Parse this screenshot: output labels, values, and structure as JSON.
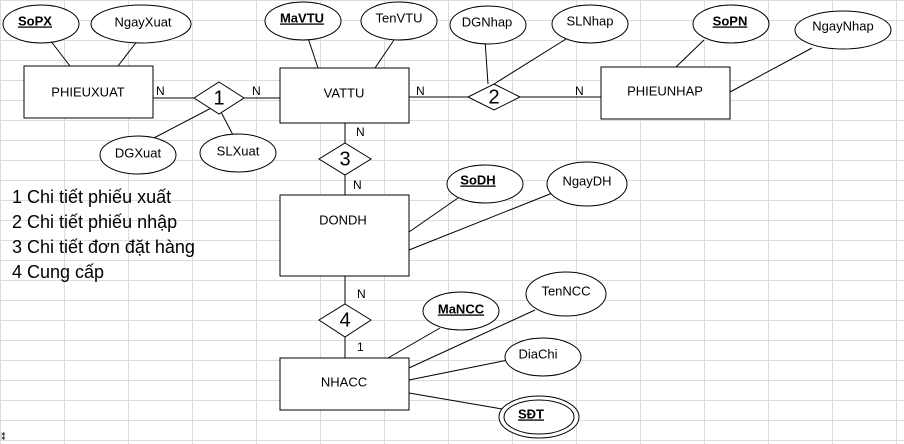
{
  "entities": {
    "phieuxuat": "PHIEUXUAT",
    "vattu": "VATTU",
    "phieunhap": "PHIEUNHAP",
    "dondh": "DONDH",
    "nhacc": "NHACC"
  },
  "attributes": {
    "sopx": "SoPX",
    "ngayxuat": "NgayXuat",
    "mavtu": "MaVTU",
    "tenvtu": "TenVTU",
    "dgnhap": "DGNhap",
    "slnhap": "SLNhap",
    "sopn": "SoPN",
    "ngaynhap": "NgayNhap",
    "dgxuat": "DGXuat",
    "slxuat": "SLXuat",
    "sodh": "SoDH",
    "ngaydh": "NgayDH",
    "mancc": "MaNCC",
    "tenncc": "TenNCC",
    "diachi": "DiaChi",
    "sdt": "SĐT"
  },
  "relationships": {
    "r1": "1",
    "r2": "2",
    "r3": "3",
    "r4": "4"
  },
  "cardinalities": {
    "r1_left": "N",
    "r1_right": "N",
    "r2_left": "N",
    "r2_right": "N",
    "r3_top": "N",
    "r3_bottom": "N",
    "r4_top": "N",
    "r4_bottom": "1"
  },
  "legend": [
    "1 Chi tiết phiếu xuất",
    "2 Chi tiết phiếu nhập",
    "3 Chi tiết đơn đặt hàng",
    "4 Cung cấp"
  ],
  "corner_mark": "⁑"
}
